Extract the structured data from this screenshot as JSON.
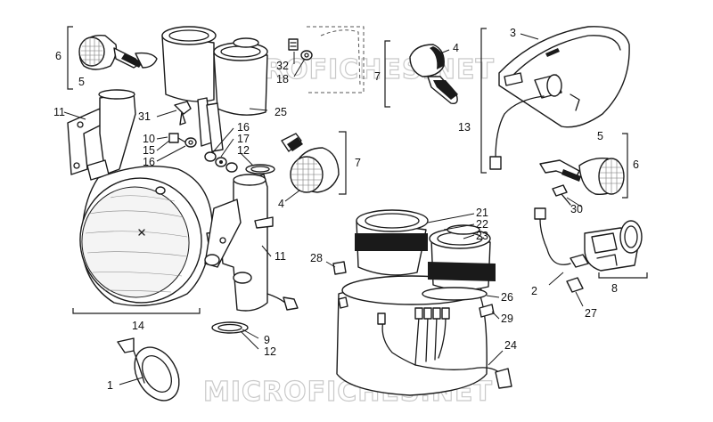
{
  "watermark": {
    "top": "MICROFICHES.NET",
    "bottom": "MICROFICHES.NET"
  },
  "labels": {
    "n6_tl": "6",
    "n5_tl": "5",
    "n11_l": "11",
    "n10": "10",
    "n15": "15",
    "n16_l": "16",
    "n31": "31",
    "n16_m": "16",
    "n17": "17",
    "n12_m": "12",
    "n25": "25",
    "n32": "32",
    "n18": "18",
    "n7_m": "7",
    "n4_m": "4",
    "n11_m": "11",
    "n14": "14",
    "n9": "9",
    "n12_b": "12",
    "n1": "1",
    "n7_tr": "7",
    "n4_tr": "4",
    "n3": "3",
    "n13": "13",
    "n5_r": "5",
    "n6_r": "6",
    "n30": "30",
    "n21": "21",
    "n22": "22",
    "n23": "23",
    "n28": "28",
    "n26": "26",
    "n29": "29",
    "n24": "24",
    "n2": "2",
    "n8": "8",
    "n27": "27"
  }
}
